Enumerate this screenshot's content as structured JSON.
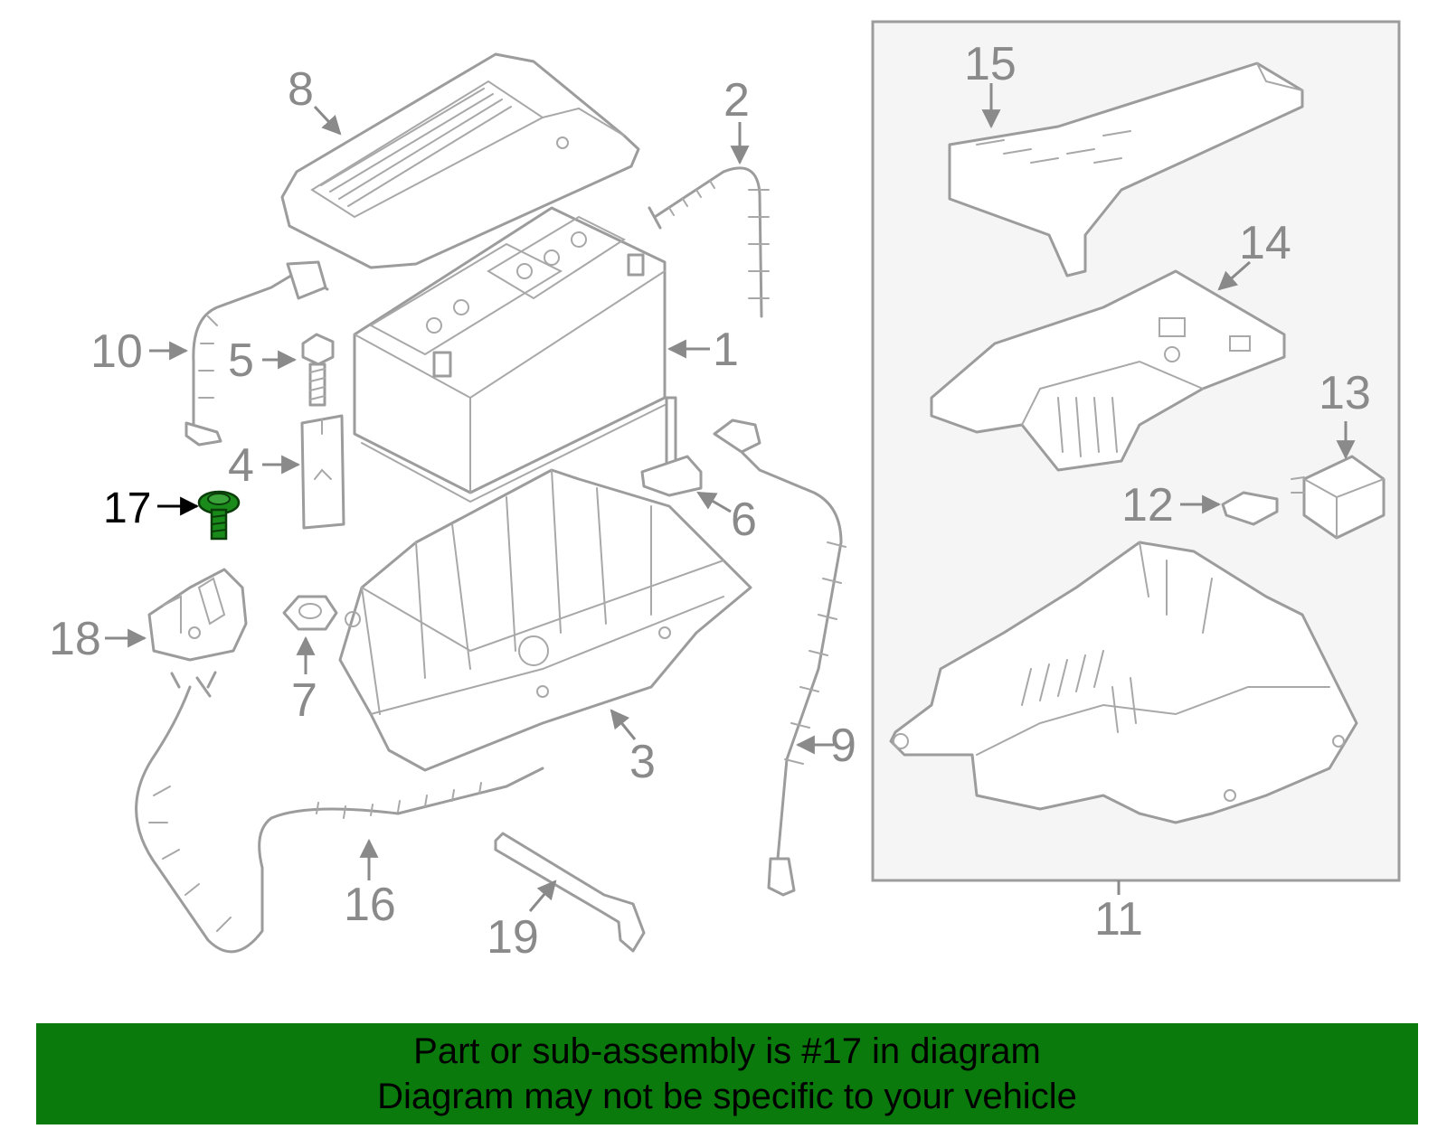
{
  "highlight_part": "17",
  "callouts": [
    "1",
    "2",
    "3",
    "4",
    "5",
    "6",
    "7",
    "8",
    "9",
    "10",
    "11",
    "12",
    "13",
    "14",
    "15",
    "16",
    "17",
    "18",
    "19"
  ],
  "banner": {
    "line1": "Part or sub-assembly is #17 in diagram",
    "line2": "Diagram may not be specific to your vehicle"
  },
  "colors": {
    "banner_bg": "#0a7a0c",
    "highlight_part": "#1a8a1a",
    "line_art": "#9c9c9c"
  }
}
